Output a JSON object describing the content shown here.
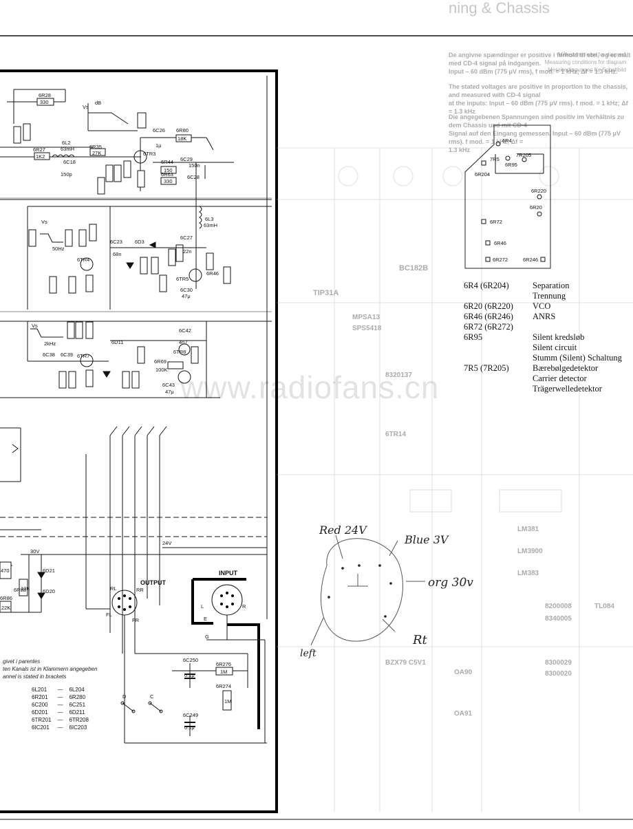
{
  "header": {
    "title_fragment": "ning & Chassis",
    "danish_note": [
      "De angivne spændinger er positive i forhold til stel, og er målt med CD-4 signal på indgangen.",
      "Input – 60 dBm (775 μV rms), f mod. = 1 kHz; Δf = 1.3 kHz."
    ],
    "english_note": [
      "The stated voltages are positive in proportion to the chassis, and measured with CD-4 signal",
      "at the inputs: Input – 60 dBm (775 μV rms). f mod. = 1 kHz; Δf = 1.3 kHz"
    ],
    "german_note": [
      "Die angegebenen Spannungen sind positiv im Verhältnis zu dem Chassis und mit CD-4",
      "Signal auf den Eingang gemessen. Input – 60 dBm (775 μV rms). f mod. = 1 kHz; Δf =",
      "1.3 kHz"
    ],
    "right_note": [
      "Målestrimmelse for diagram",
      "Measuring conditions for diagram",
      "Messbedingungen für Schaltbild"
    ]
  },
  "legend": [
    {
      "ref": "6R4 (6R204)",
      "functions": [
        "Separation",
        "Trennung"
      ]
    },
    {
      "ref": "6R20 (6R220)",
      "functions": [
        "VCO"
      ]
    },
    {
      "ref": "6R46 (6R246)",
      "functions": [
        "ANRS"
      ]
    },
    {
      "ref": "6R72 (6R272)",
      "functions": [
        ""
      ]
    },
    {
      "ref": "6R95",
      "functions": [
        "Silent kredsløb",
        "Silent circuit",
        "Stumm (Silent) Schaltung"
      ]
    },
    {
      "ref": "7R5 (7R205)",
      "functions": [
        "Bærebølgedetektor",
        "Carrier detector",
        "Trägerwelledetektor"
      ]
    }
  ],
  "pcb_labels": {
    "r4": "6R4",
    "r205": "7R205",
    "r5": "7R5",
    "r95": "6R95",
    "r204": "6R204",
    "r220": "6R220",
    "r20": "6R20",
    "r72": "6R72",
    "r46": "6R46",
    "r272": "6R272",
    "r246": "6R246"
  },
  "watermark": "www.radiofans.cn",
  "handwritten": {
    "red": "Red 24V",
    "blue": "Blue 3V",
    "org": "org 30v",
    "rt": "Rt",
    "left": "left"
  },
  "connectors": {
    "output": "OUTPUT",
    "input": "INPUT",
    "rl": "RL",
    "rr": "RR",
    "fl": "FL",
    "fr": "FR",
    "l": "L",
    "r": "R",
    "e": "E",
    "g": "G"
  },
  "parts": {
    "r28": "6R28",
    "r28v": "330",
    "r27": "6R27",
    "r27v": "1K2",
    "l2": "6L2",
    "l2v": "63mH",
    "c18": "6C18",
    "c18v": "150p",
    "r35": "6R35",
    "r35v": "27K",
    "tr3": "6TR3",
    "c26": "6C26",
    "c26v": "1μ",
    "r80": "6R80",
    "r80v": "18K",
    "r44": "6R44",
    "r44v": "150",
    "r63": "6R63",
    "r63v": "330",
    "c29": "6C29",
    "c29v": "150n",
    "c28": "6C28",
    "l3": "6L3",
    "l3v": "63mH",
    "c23": "6C23",
    "c23v": "68n",
    "d3": "6D3",
    "c27": "6C27",
    "c27v": "22n",
    "r46v": "6R46",
    "tr4": "6TR4",
    "tr5": "6TR5",
    "c30": "6C30",
    "c30v": "47μ",
    "c42": "6C42",
    "c42v": "4n7",
    "tr8": "6TR8",
    "r69": "6R69",
    "r69v": "100K",
    "c43": "6C43",
    "c43v": "47μ",
    "tr7": "6TR7",
    "d11": "6D11",
    "c38": "6C38",
    "c39": "6C39",
    "c250": "6C250",
    "c250v": "0.1μ",
    "r276": "6R276",
    "r276v": "1M",
    "r274": "6R274",
    "r274v": "1M",
    "c249": "6C249",
    "c249v": "0.1μ",
    "v30": "30V",
    "v24": "24V",
    "r86": "6R86",
    "r86v": "22K",
    "r88": "6R88",
    "r88v": "10K",
    "r470": "470",
    "d20": "6D20",
    "d21": "6D21",
    "sw_d": "D",
    "sw_c": "C",
    "vs": "Vs",
    "db": "dB",
    "two_khz": "2kHz",
    "fifty_hz": "50Hz"
  },
  "equivalence": {
    "header": [
      "givet i parentes",
      "ten Kanals ist in Klammern angegeben",
      "annel is stated in brackets"
    ],
    "rows": [
      [
        "6L201",
        "—",
        "6L204"
      ],
      [
        "6R201",
        "—",
        "6R280"
      ],
      [
        "6C200",
        "—",
        "6C251"
      ],
      [
        "6D201",
        "—",
        "6D211"
      ],
      [
        "6TR201",
        "—",
        "6TR208"
      ],
      [
        "6IC201",
        "—",
        "6IC203"
      ]
    ]
  },
  "faint_table": [
    "BC182B",
    "TIP31A",
    "MPSA13",
    "SPS5418",
    "8320137",
    "6TR14",
    "BZX79 C5V1",
    "OA90",
    "OA91",
    "LM381",
    "LM3900",
    "LM383",
    "TL084",
    "8200008",
    "8340005",
    "8300029",
    "8300020"
  ],
  "colors": {
    "ink": "#111111",
    "paper": "#ffffff",
    "frame": "#000000"
  }
}
